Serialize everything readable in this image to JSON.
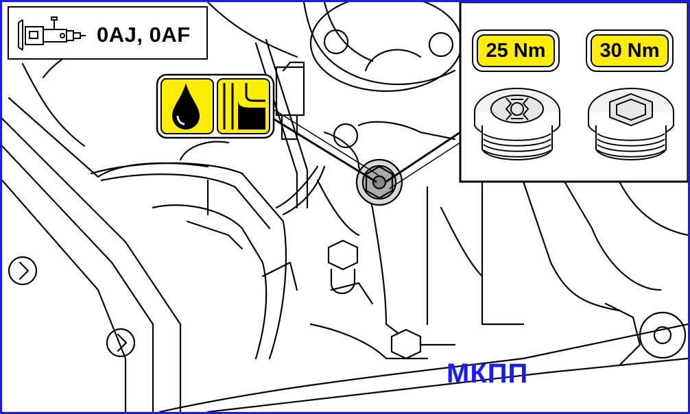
{
  "header": {
    "codes": "0AJ, 0AF"
  },
  "torque": [
    {
      "value": "25 Nm",
      "head": "multi-spline plug"
    },
    {
      "value": "30 Nm",
      "head": "hex socket plug"
    }
  ],
  "caption": "МКПП",
  "icons": [
    "gearbox-icon",
    "oil-drop-icon",
    "fill-level-icon",
    "plug-spline-icon",
    "plug-hex-icon"
  ],
  "colors": {
    "frame": "#1a1aff",
    "highlight": "#ffee00",
    "caption": "#1a1aff",
    "line": "#000000"
  }
}
